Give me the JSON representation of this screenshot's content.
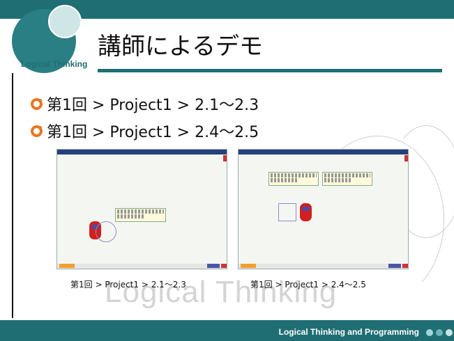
{
  "slide": {
    "title": "講師によるデモ",
    "logo": "Logical Thinking",
    "watermark": "Logical Thinking",
    "footer": "Logical Thinking and Programming"
  },
  "bullets": [
    "第1回 > Project1 > 2.1〜2.3",
    "第1回 > Project1 > 2.4〜2.5"
  ],
  "captions": [
    "第1回 > Project1 > 2.1〜2.3",
    "第1回 > Project1 > 2.4〜2.5"
  ],
  "colors": {
    "accent": "#1f6e73",
    "bullet": "#e87722"
  },
  "icons": {
    "bullet": "circle-bullet-icon"
  }
}
